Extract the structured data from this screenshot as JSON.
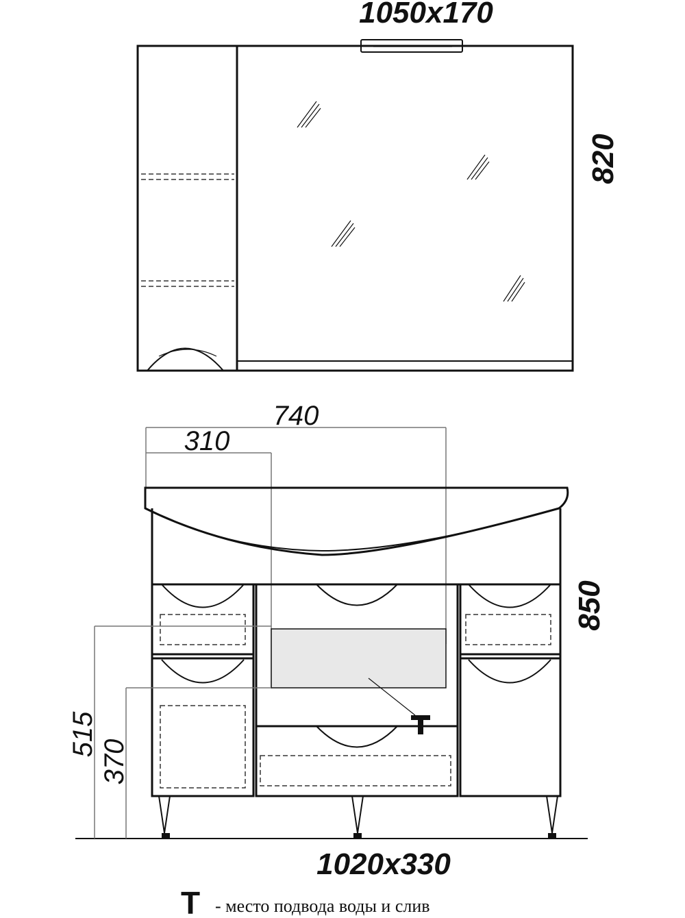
{
  "mirror_cabinet": {
    "size_label": "1050x170",
    "height_label": "820"
  },
  "vanity": {
    "width_label_740": "740",
    "width_label_310": "310",
    "height_label": "850",
    "height_515": "515",
    "height_370": "370",
    "size_label": "1020x330"
  },
  "legend": {
    "mark": "Т",
    "text": "- место подвода воды и слив"
  },
  "colors": {
    "line": "#111111",
    "dimension": "#777777",
    "fill_panel": "#e8e8e8"
  }
}
